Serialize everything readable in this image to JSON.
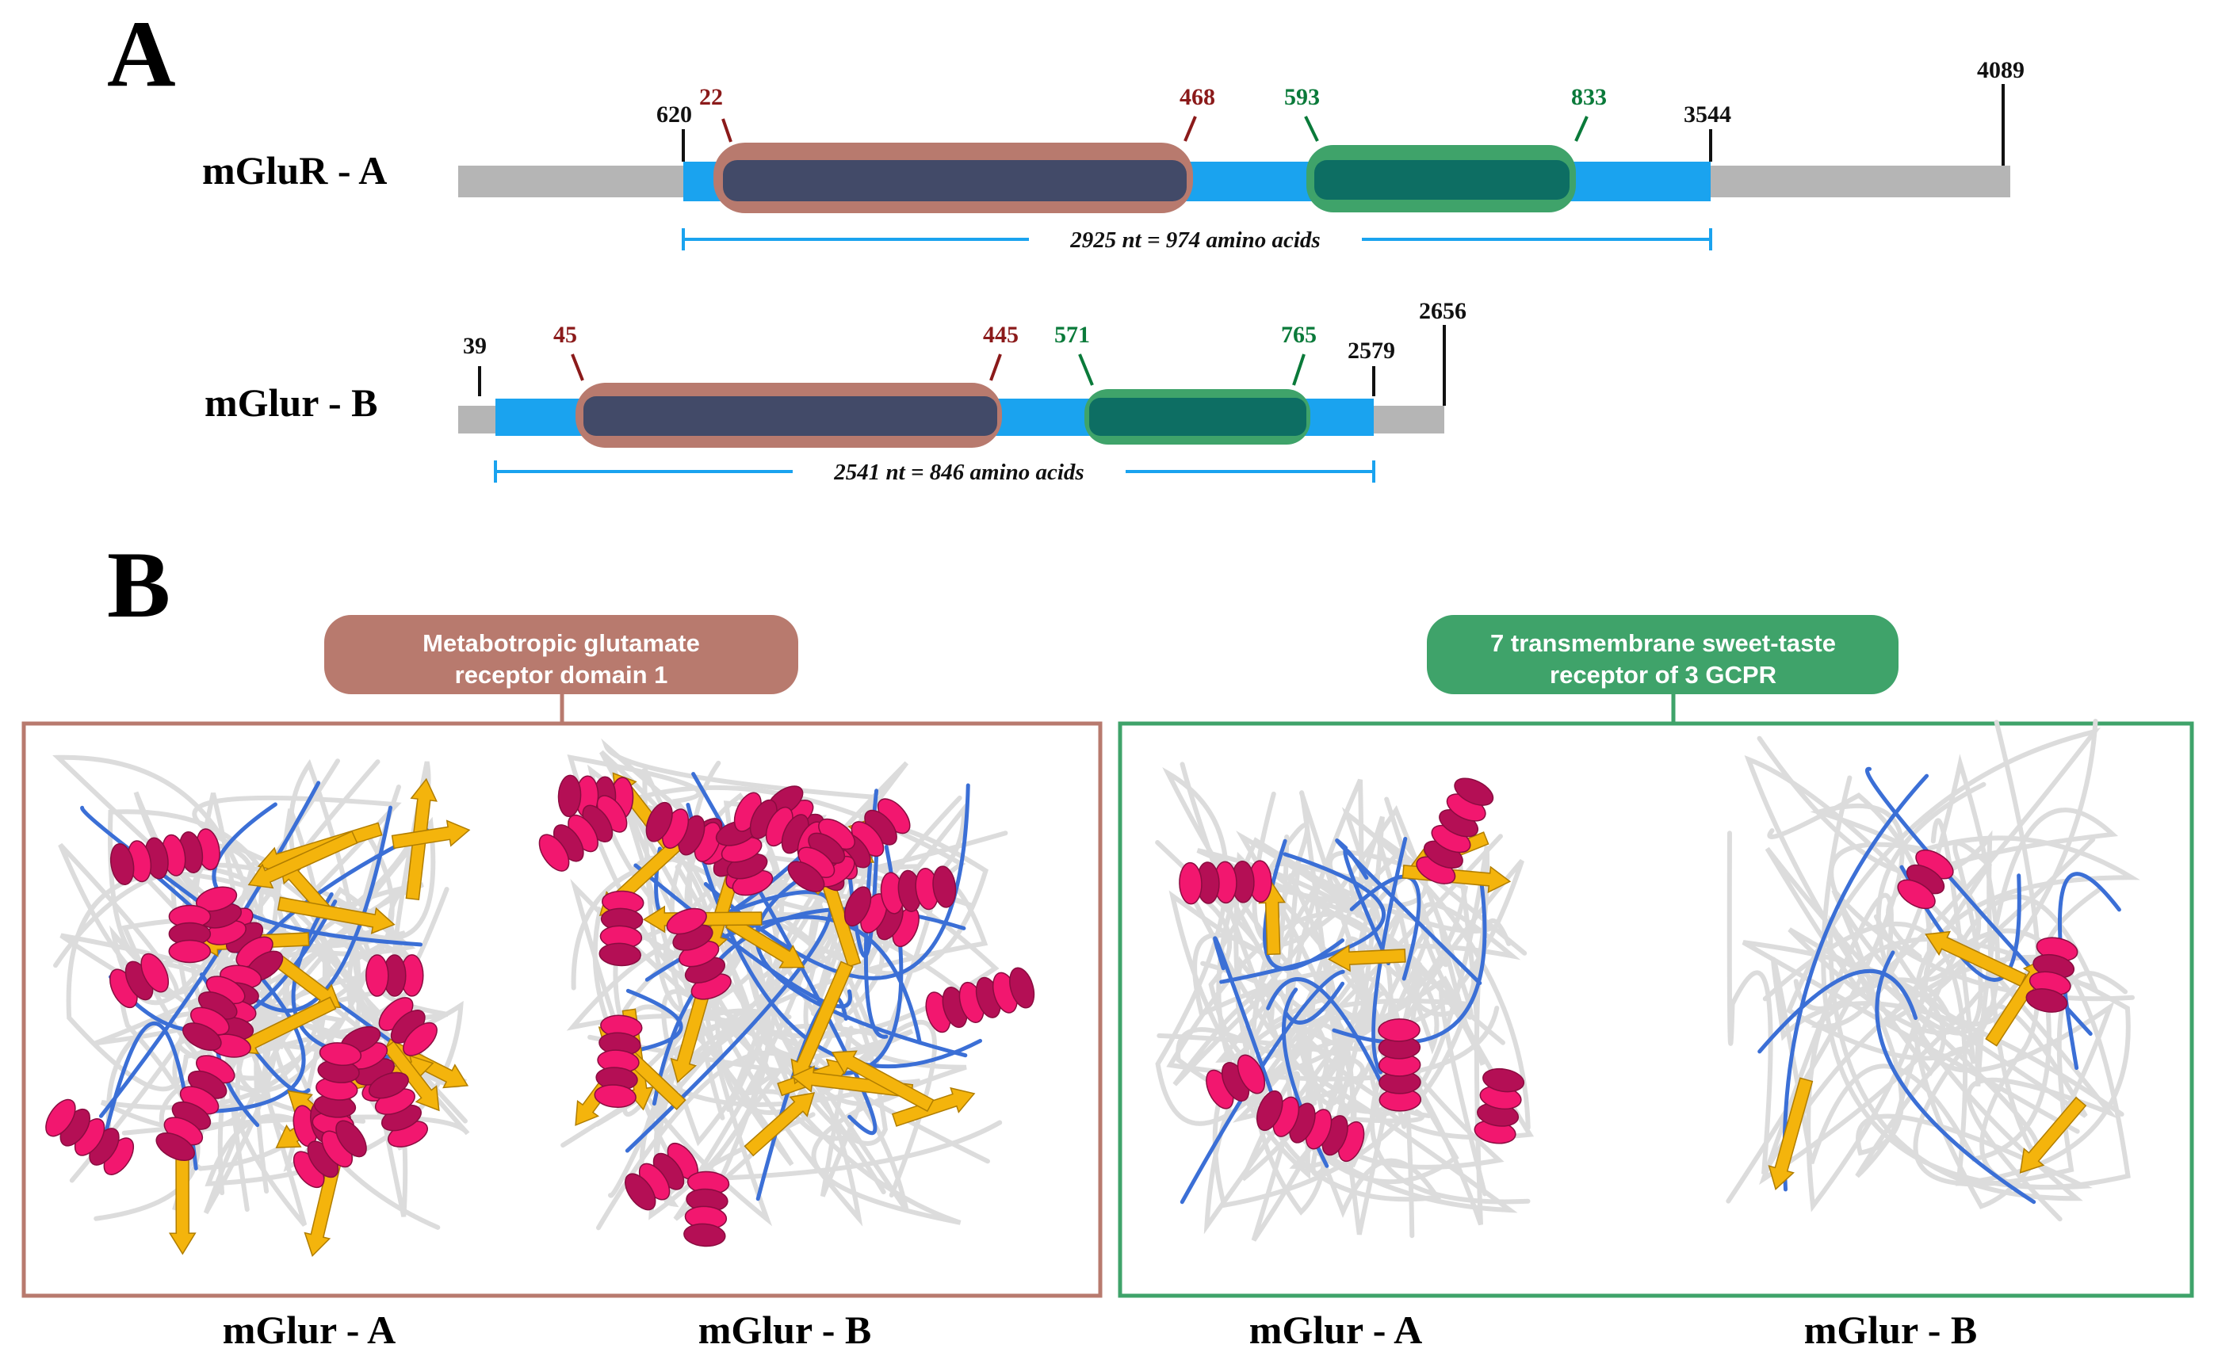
{
  "panels": {
    "a_letter": "A",
    "b_letter": "B"
  },
  "colors": {
    "utr": "#b5b5b5",
    "cds": "#1aa3ef",
    "domain1_outer": "#b87a6e",
    "domain1_inner": "#424a68",
    "domain2_outer": "#3fa36a",
    "domain2_inner": "#0d6e63",
    "helix": "#f2176f",
    "helix_dark": "#b40f55",
    "sheet": "#f4b40c",
    "turn": "#3b6fd6",
    "coil": "#dcdcdc",
    "box1": "#b87a6e",
    "box2": "#3fa36a"
  },
  "genes": [
    {
      "name": "mGluR - A",
      "transcript_start": 0,
      "transcript_end": 4089,
      "cds_start": 620,
      "cds_end": 3544,
      "domain1": {
        "start": 22,
        "end": 468
      },
      "domain2": {
        "start": 593,
        "end": 833
      },
      "labels": {
        "cds_start": "620",
        "cds_end": "3544",
        "transcript_end": "4089",
        "d1_start": "22",
        "d1_end": "468",
        "d2_start": "593",
        "d2_end": "833"
      },
      "length_label": "2925 nt = 974 amino acids"
    },
    {
      "name": "mGlur - B",
      "transcript_start": 0,
      "transcript_end": 2656,
      "cds_start": 39,
      "cds_end": 2579,
      "domain1": {
        "start": 45,
        "end": 445
      },
      "domain2": {
        "start": 571,
        "end": 765
      },
      "labels": {
        "cds_start": "39",
        "cds_end": "2579",
        "transcript_end": "2656",
        "d1_start": "45",
        "d1_end": "445",
        "d2_start": "571",
        "d2_end": "765"
      },
      "length_label": "2541 nt = 846 amino acids"
    }
  ],
  "domain_boxes": [
    {
      "title_line1": "Metabotropic glutamate",
      "title_line2": "receptor domain 1",
      "structures": [
        "mGlur - A",
        "mGlur - B"
      ]
    },
    {
      "title_line1": "7 transmembrane sweet-taste",
      "title_line2": "receptor of 3 GCPR",
      "structures": [
        "mGlur - A",
        "mGlur - B"
      ]
    }
  ]
}
